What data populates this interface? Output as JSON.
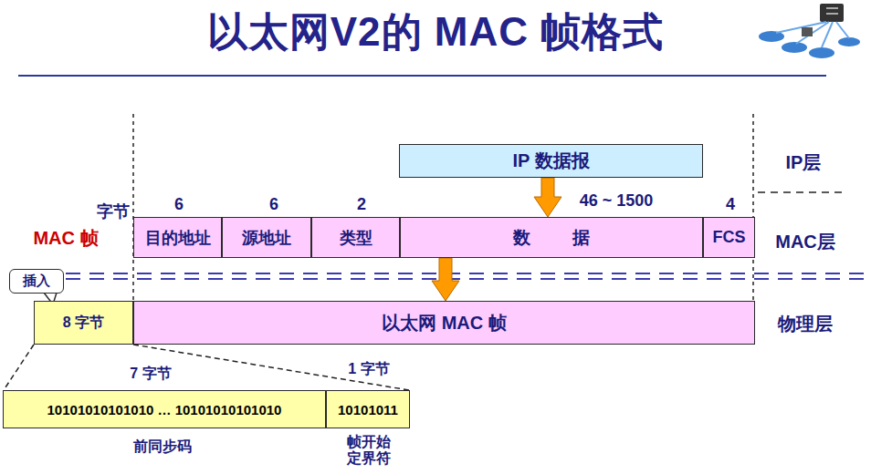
{
  "diagram": {
    "title": "以太网V2的 MAC 帧格式",
    "nodes": [
      {
        "text": [
          "IP 数据报"
        ]
      },
      {
        "text": [
          "目的地址"
        ]
      },
      {
        "text": [
          "源地址"
        ]
      },
      {
        "text": [
          "类型"
        ]
      },
      {
        "text": [
          "数 据"
        ]
      },
      {
        "text": [
          "FCS"
        ]
      },
      {
        "text": [
          "8 字节"
        ]
      },
      {
        "text": [
          "以太网 MAC 帧"
        ]
      },
      {
        "text": [
          "10101010101010 … 10101010101010"
        ]
      },
      {
        "text": [
          "10101011"
        ]
      },
      {
        "text": [
          "插入"
        ]
      }
    ],
    "edges": [
      {
        "from": 0,
        "to": 4,
        "arrow": "to"
      },
      {
        "from": 4,
        "to": 7,
        "arrow": "to"
      }
    ],
    "labels": [
      "字节",
      "6",
      "6",
      "2",
      "46 ~ 1500",
      "4",
      "MAC 帧",
      "IP层",
      "MAC层",
      "物理层",
      "7 字节",
      "1 字节",
      "前同步码",
      "帧开始 定界符"
    ]
  }
}
